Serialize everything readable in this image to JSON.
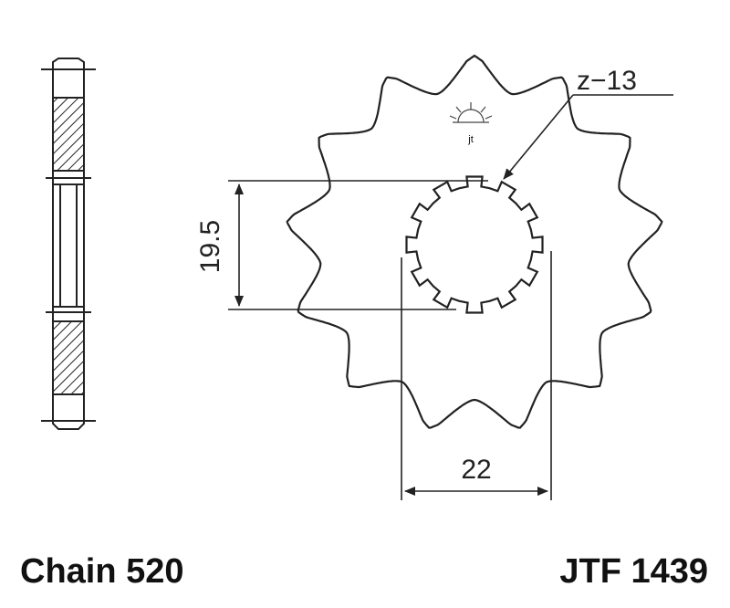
{
  "tooth_label": "z−13",
  "dimensions": {
    "height": "19.5",
    "width": "22"
  },
  "footer": {
    "chain": "Chain 520",
    "part_number": "JTF 1439"
  },
  "logo_text": "jt",
  "teeth_count": 13,
  "spline_count": 12
}
